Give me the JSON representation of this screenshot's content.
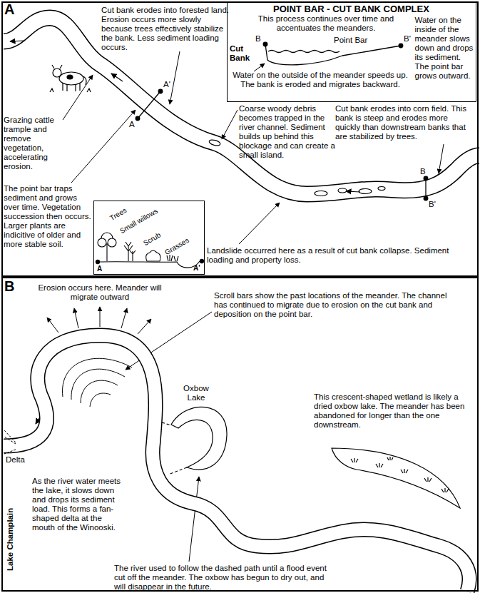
{
  "diagram": {
    "nodes": [
      {
        "text": [
          "A"
        ]
      },
      {
        "text": [
          "POINT BAR - CUT BANK COMPLEX",
          "This process continues over time and accentuates the meanders.",
          "Water on the inside of the meander slows down and drops its sediment. The point bar grows outward.",
          "Water on the outside of the meander speeds up. The bank is eroded and migrates backward."
        ],
        "in": 0
      },
      {
        "text": [
          "Trees",
          "Small willows",
          "Scrub",
          "Grasses"
        ],
        "in": 0
      },
      {
        "text": [
          "B"
        ]
      }
    ],
    "labels": [
      "Cut bank erodes into forested land. Erosion occurs more slowly because trees effectively stabilize the bank. Less sediment loading occurs.",
      "B",
      "Cut Bank",
      "Point Bar",
      "B'",
      "A'",
      "A",
      "Grazing cattle trample and remove vegetation, accelerating erosion.",
      "The point bar traps sediment and grows over time. Vegetation succession then occurs. Larger plants are indicitive of older and more stable soil.",
      "Coarse woody debris becomes trapped in the river channel. Sediment builds up behind this blockage and can create a small island.",
      "Cut bank erodes into corn field. This bank is steep and erodes more quickly than downstream banks that are stabilized by trees.",
      "B",
      "B'",
      "A",
      "A'",
      "Landslide occurred here as a result of cut bank collapse. Sediment loading and property loss.",
      "Erosion occurs here. Meander will migrate outward",
      "Scroll bars show the past locations of the meander. The channel has continued to migrate due to erosion on the cut bank and deposition on the point bar.",
      "This crescent-shaped wetland is likely a dried oxbow lake. The meander has been abandoned for longer than the one downstream.",
      "Delta",
      "Oxbow Lake",
      "Lake Champlain",
      "As the river water meets the lake, it slows down and drops its sediment load. This forms a fan-shaped delta at the mouth of the Winooski.",
      "The river used to follow the dashed path until a flood event cut off the meander. The oxbow has begun to dry out, and will disappear in the future."
    ]
  }
}
